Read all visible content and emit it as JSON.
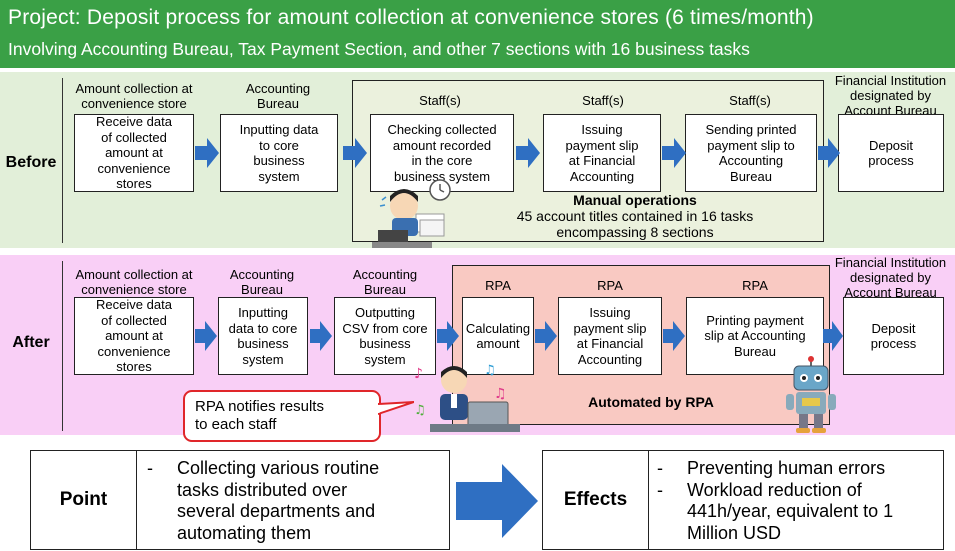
{
  "header": {
    "title": "Project: Deposit process for amount collection at convenience stores (6 times/month)",
    "subtitle": "Involving Accounting Bureau, Tax Payment Section, and other 7 sections with 16 business tasks"
  },
  "colors": {
    "header_green": "#3aa046",
    "before_band": "#e2efd9",
    "after_band": "#f9cff6",
    "rpa_region": "#f9c9c2",
    "arrow_blue": "#2f6fc2",
    "callout_red": "#e0262a"
  },
  "before": {
    "label": "Before",
    "headers": [
      "Amount collection at",
      "convenience store",
      "Accounting",
      "Bureau",
      "Staff(s)",
      "Staff(s)",
      "Staff(s)",
      "Financial Institution",
      "designated by",
      "Account Bureau"
    ],
    "boxes": [
      [
        "Receive data",
        "of collected",
        "amount at",
        "convenience",
        "stores"
      ],
      [
        "Inputting data",
        "to core",
        "business",
        "system"
      ],
      [
        "Checking collected",
        "amount recorded",
        "in the core",
        "business system"
      ],
      [
        "Issuing",
        "payment slip",
        "at Financial",
        "Accounting"
      ],
      [
        "Sending printed",
        "payment slip to",
        "Accounting",
        "Bureau"
      ],
      [
        "Deposit",
        "process"
      ]
    ],
    "manual_title": "Manual operations",
    "manual_lines": [
      "45 account titles contained in 16 tasks",
      "encompassing 8 sections"
    ]
  },
  "after": {
    "label": "After",
    "headers": [
      "Amount collection at",
      "convenience store",
      "Accounting",
      "Bureau",
      "Accounting",
      "Bureau",
      "RPA",
      "RPA",
      "RPA",
      "Financial Institution",
      "designated by",
      "Account Bureau"
    ],
    "boxes": [
      [
        "Receive data",
        "of collected",
        "amount at",
        "convenience",
        "stores"
      ],
      [
        "Inputting",
        "data to core",
        "business",
        "system"
      ],
      [
        "Outputting",
        "CSV from core",
        "business",
        "system"
      ],
      [
        "Calculating",
        "amount"
      ],
      [
        "Issuing",
        "payment slip",
        "at Financial",
        "Accounting"
      ],
      [
        "Printing payment",
        "slip at Accounting",
        "Bureau"
      ],
      [
        "Deposit",
        "process"
      ]
    ],
    "rpa_title": "Automated by RPA",
    "callout": [
      "RPA notifies results",
      "to each staff"
    ]
  },
  "point": {
    "label": "Point",
    "dash": "-",
    "lines": [
      "Collecting various routine",
      "tasks distributed over",
      "several departments and",
      "automating them"
    ]
  },
  "effects": {
    "label": "Effects",
    "dash": "-",
    "lines": [
      "Preventing human errors",
      "Workload reduction of",
      "441h/year, equivalent to 1",
      "Million USD"
    ]
  }
}
